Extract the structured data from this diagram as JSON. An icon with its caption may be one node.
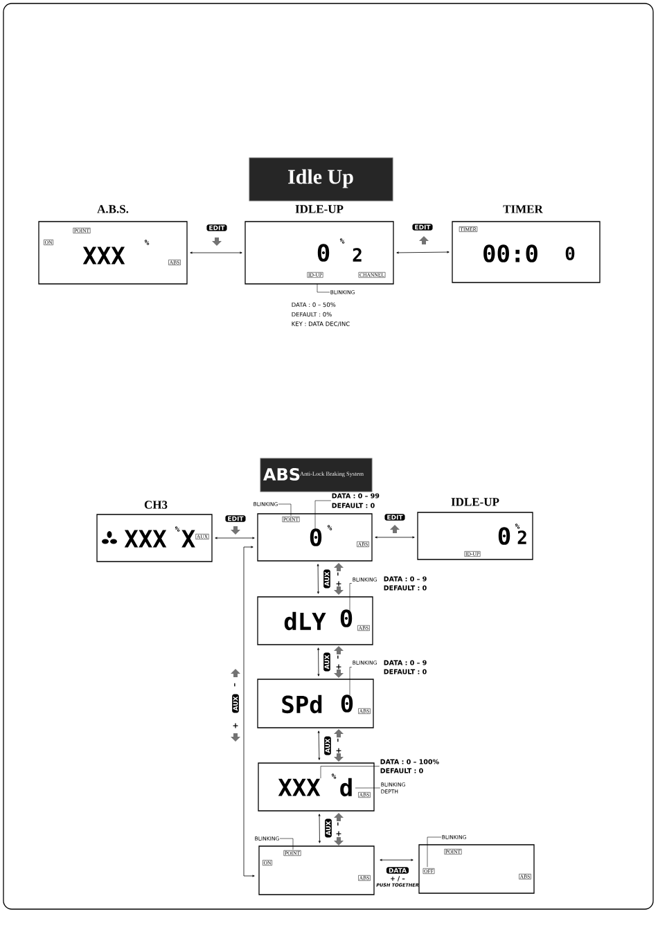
{
  "diagram": {
    "nodes": [
      {
        "text": [
          "Idle Up"
        ]
      },
      {
        "text": [
          "A.B.S.",
          "POINT",
          "ON",
          "XXX",
          "%",
          "ABS"
        ]
      },
      {
        "text": [
          "IDLE-UP",
          "0",
          "%",
          "2",
          "ID-UP",
          "CHANNEL"
        ]
      },
      {
        "text": [
          "TIMER",
          "TIMER",
          "00:0",
          "0"
        ]
      },
      {
        "text": [
          "BLINKING"
        ]
      },
      {
        "text": [
          "ABS",
          "Anti-Lock Braking System"
        ]
      },
      {
        "text": [
          "CH3",
          "XXX",
          "%",
          "X",
          "AUX"
        ]
      },
      {
        "text": [
          "POINT",
          "0",
          "%",
          "ABS"
        ]
      },
      {
        "text": [
          "IDLE-UP",
          "0",
          "%",
          "2",
          "ID-UP"
        ]
      },
      {
        "text": [
          "BLINKING"
        ]
      },
      {
        "text": [
          "DATA : 0 – 99",
          "DEFAULT : 0"
        ]
      },
      {
        "text": [
          "dLY",
          "0",
          "ABS"
        ]
      },
      {
        "text": [
          "BLINKING",
          "DATA : 0 – 9",
          "DEFAULT : 0"
        ]
      },
      {
        "text": [
          "SPd",
          "0",
          "ABS"
        ]
      },
      {
        "text": [
          "BLINKING",
          "DATA : 0 – 9",
          "DEFAULT : 0"
        ]
      },
      {
        "text": [
          "XXX",
          "%",
          "d",
          "ABS"
        ]
      },
      {
        "text": [
          "DATA : 0 – 100%",
          "DEFAULT : 0"
        ]
      },
      {
        "text": [
          "BLINKING",
          "DEPTH"
        ]
      },
      {
        "text": [
          "POINT",
          "ON",
          "ABS"
        ]
      },
      {
        "text": [
          "BLINKING"
        ]
      },
      {
        "text": [
          "POINT",
          "OFF",
          "ABS"
        ]
      },
      {
        "text": [
          "BLINKING"
        ]
      }
    ],
    "edges": [
      {
        "from": 1,
        "to": 2,
        "arrow": "both",
        "label": "EDIT"
      },
      {
        "from": 2,
        "to": 3,
        "arrow": "both",
        "label": "EDIT"
      },
      {
        "from": 4,
        "to": 2,
        "arrow": "none"
      },
      {
        "from": 6,
        "to": 7,
        "arrow": "both",
        "label": "EDIT"
      },
      {
        "from": 7,
        "to": 8,
        "arrow": "both",
        "label": "EDIT"
      },
      {
        "from": 9,
        "to": 7,
        "arrow": "none"
      },
      {
        "from": 10,
        "to": 7,
        "arrow": "none"
      },
      {
        "from": 7,
        "to": 11,
        "arrow": "both",
        "label": "AUX"
      },
      {
        "from": 12,
        "to": 11,
        "arrow": "none"
      },
      {
        "from": 11,
        "to": 13,
        "arrow": "both",
        "label": "AUX"
      },
      {
        "from": 14,
        "to": 13,
        "arrow": "none"
      },
      {
        "from": 13,
        "to": 15,
        "arrow": "both",
        "label": "AUX"
      },
      {
        "from": 16,
        "to": 15,
        "arrow": "none"
      },
      {
        "from": 17,
        "to": 15,
        "arrow": "none"
      },
      {
        "from": 15,
        "to": 18,
        "arrow": "both",
        "label": "AUX"
      },
      {
        "from": 19,
        "to": 18,
        "arrow": "none"
      },
      {
        "from": 18,
        "to": 7,
        "arrow": "both",
        "label": "AUX"
      },
      {
        "from": 18,
        "to": 20,
        "arrow": "both",
        "label": "DATA"
      },
      {
        "from": 21,
        "to": 20,
        "arrow": "none"
      }
    ],
    "labels": [
      "DATA : 0 – 50%",
      "DEFAULT : 0%",
      "KEY : DATA DEC/INC",
      "–",
      "+",
      "–",
      "+",
      "–",
      "+",
      "–",
      "+",
      "–",
      "+",
      "+ / –",
      "PUSH TOGETHER"
    ]
  }
}
